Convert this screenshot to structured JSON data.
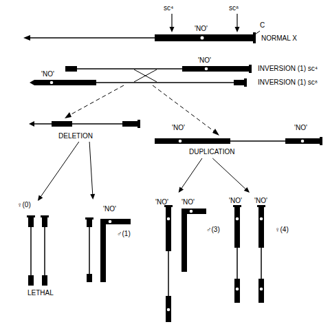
{
  "diagram": {
    "nodes": [
      {
        "text": [
          "DELETION"
        ]
      },
      {
        "text": [
          "DUPLICATION"
        ]
      },
      {
        "text": [
          "♀(0)",
          "LETHAL"
        ]
      },
      {
        "text": [
          "♂(1)"
        ]
      },
      {
        "text": [
          "♂(3)"
        ]
      },
      {
        "text": [
          "♀(4)"
        ]
      }
    ],
    "edges": [
      {
        "from": 0,
        "to": 2,
        "arrow": "to"
      },
      {
        "from": 0,
        "to": 3,
        "arrow": "to"
      },
      {
        "from": 1,
        "to": 4,
        "arrow": "to"
      },
      {
        "from": 1,
        "to": 5,
        "arrow": "to"
      }
    ],
    "labels": [
      "sc⁴",
      "sc⁸",
      "C",
      "'NO'",
      "NORMAL X",
      "'NO'",
      "INVERSION (1) sc⁴",
      "'NO'",
      "INVERSION (1) sc⁸",
      "'NO'",
      "'NO'",
      "'NO'",
      "'NO'",
      "'NO'",
      "'NO'",
      "'NO'"
    ]
  }
}
